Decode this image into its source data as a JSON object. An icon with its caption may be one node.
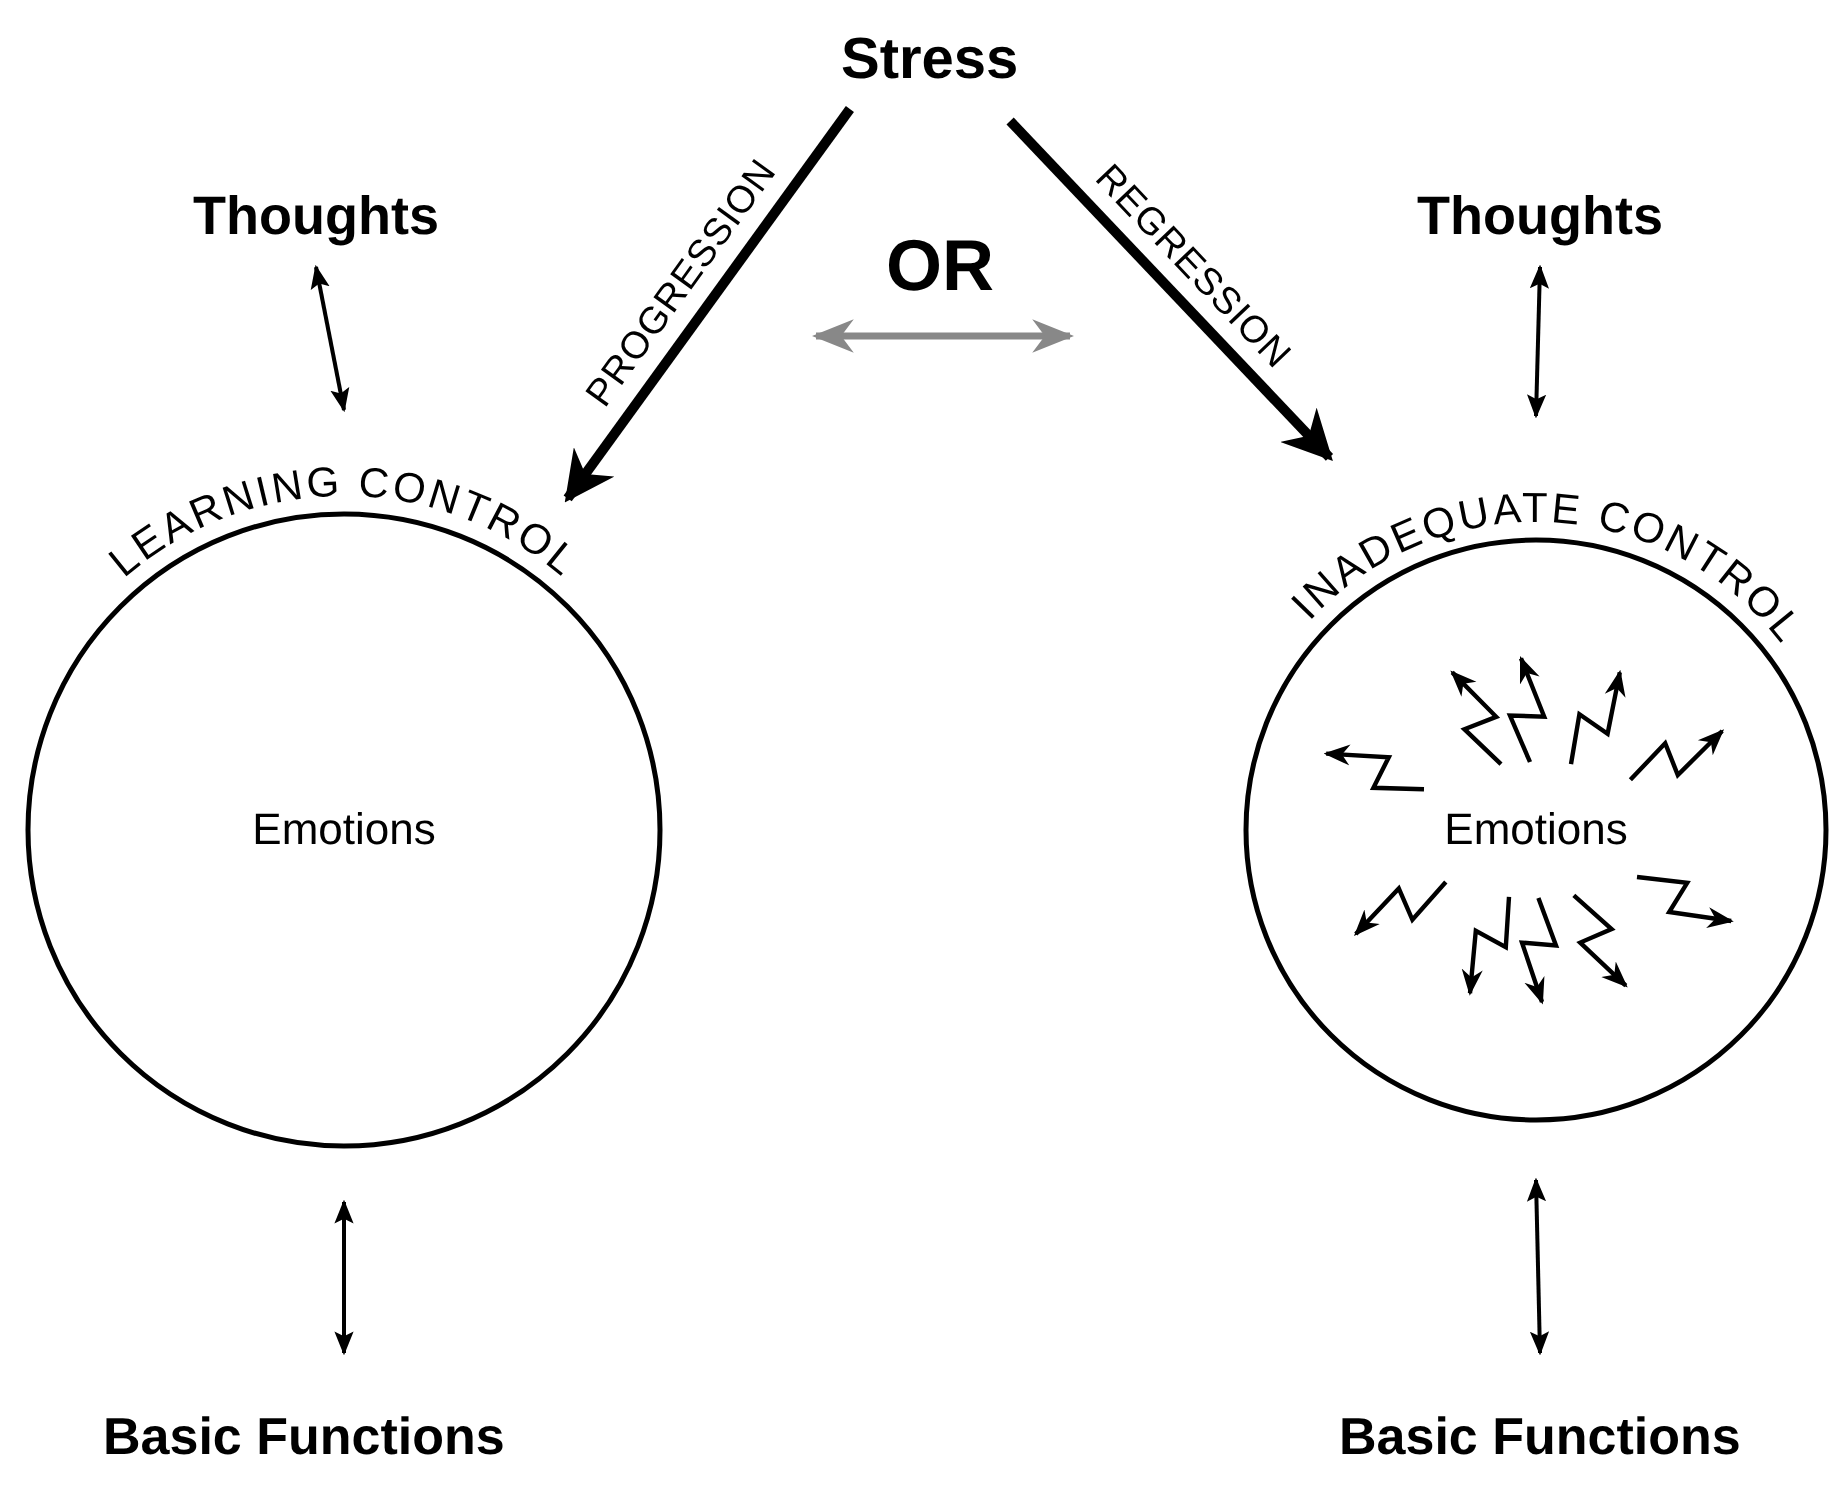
{
  "diagram": {
    "nodes": [
      {
        "text": [
          "Stress"
        ]
      },
      {
        "text": [
          "Thoughts"
        ]
      },
      {
        "text": [
          "LEARNING CONTROL",
          "Emotions"
        ]
      },
      {
        "text": [
          "Basic Functions"
        ]
      },
      {
        "text": [
          "Thoughts"
        ]
      },
      {
        "text": [
          "INADEQUATE CONTROL",
          "Emotions"
        ]
      },
      {
        "text": [
          "Basic Functions"
        ]
      }
    ],
    "edges": [
      {
        "from": 0,
        "to": 2,
        "arrow": "to",
        "label": "PROGRESSION",
        "style": "thick"
      },
      {
        "from": 0,
        "to": 5,
        "arrow": "to",
        "label": "REGRESSION",
        "style": "thick"
      },
      {
        "from": 1,
        "to": 2,
        "arrow": "both"
      },
      {
        "from": 2,
        "to": 3,
        "arrow": "both"
      },
      {
        "from": 4,
        "to": 5,
        "arrow": "both"
      },
      {
        "from": 5,
        "to": 6,
        "arrow": "both"
      }
    ],
    "labels": [
      "OR"
    ]
  }
}
